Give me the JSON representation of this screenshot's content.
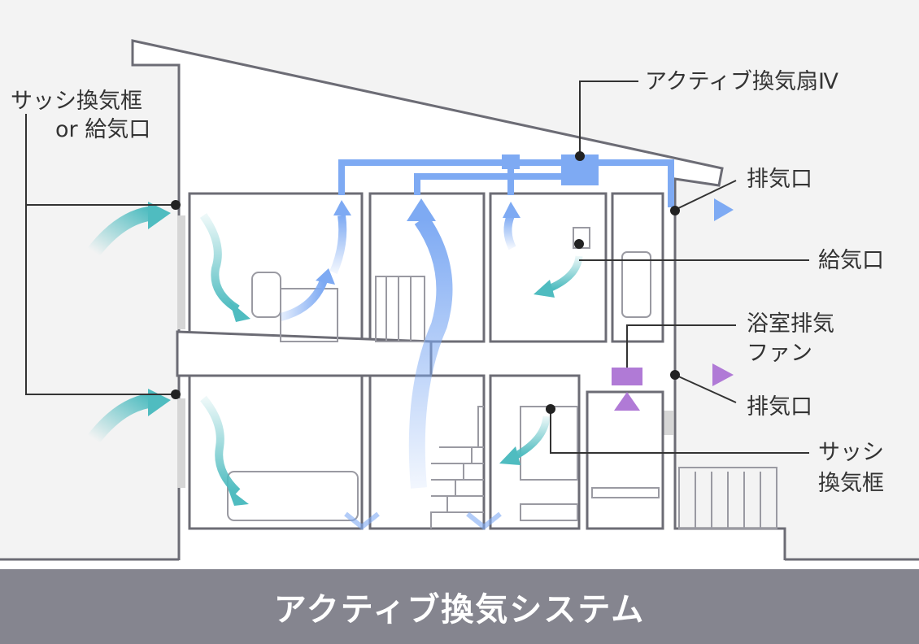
{
  "labels": {
    "sash_vent_frame_or_inlet_line1": "サッシ換気框",
    "sash_vent_frame_or_inlet_line2": "or 給気口",
    "active_fan": "アクティブ換気扇Ⅳ",
    "exhaust_top": "排気口",
    "inlet_right": "給気口",
    "bath_fan_line1": "浴室排気",
    "bath_fan_line2": "ファン",
    "exhaust_bottom": "排気口",
    "sash_frame_line1": "サッシ",
    "sash_frame_line2": "換気框"
  },
  "footer": {
    "title": "アクティブ換気システム"
  },
  "colors": {
    "supply": "#4fbcc0",
    "exhaust_duct": "#7eaaf3",
    "bath": "#b07ad6",
    "wall": "#6c6c75",
    "footer": "#85858f"
  }
}
